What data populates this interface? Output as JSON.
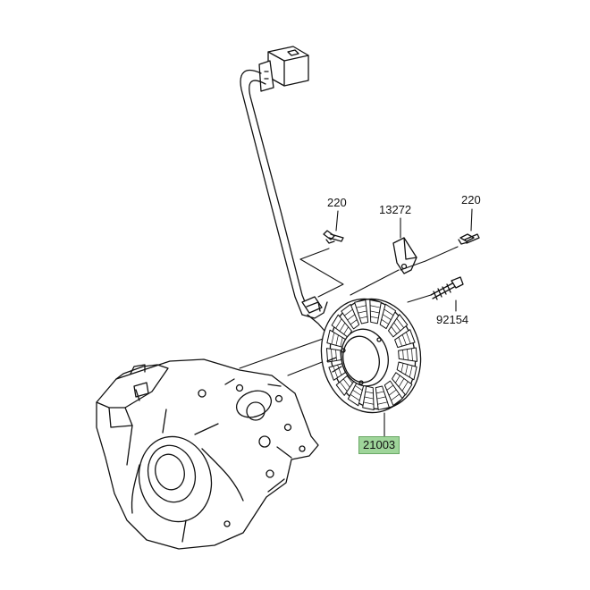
{
  "colors": {
    "line": "#111111",
    "highlight": "#9fd59a"
  },
  "parts": {
    "bolt_left": "220",
    "clamp": "13272",
    "bolt_right": "220",
    "long_bolt": "92154",
    "stator": "21003"
  }
}
